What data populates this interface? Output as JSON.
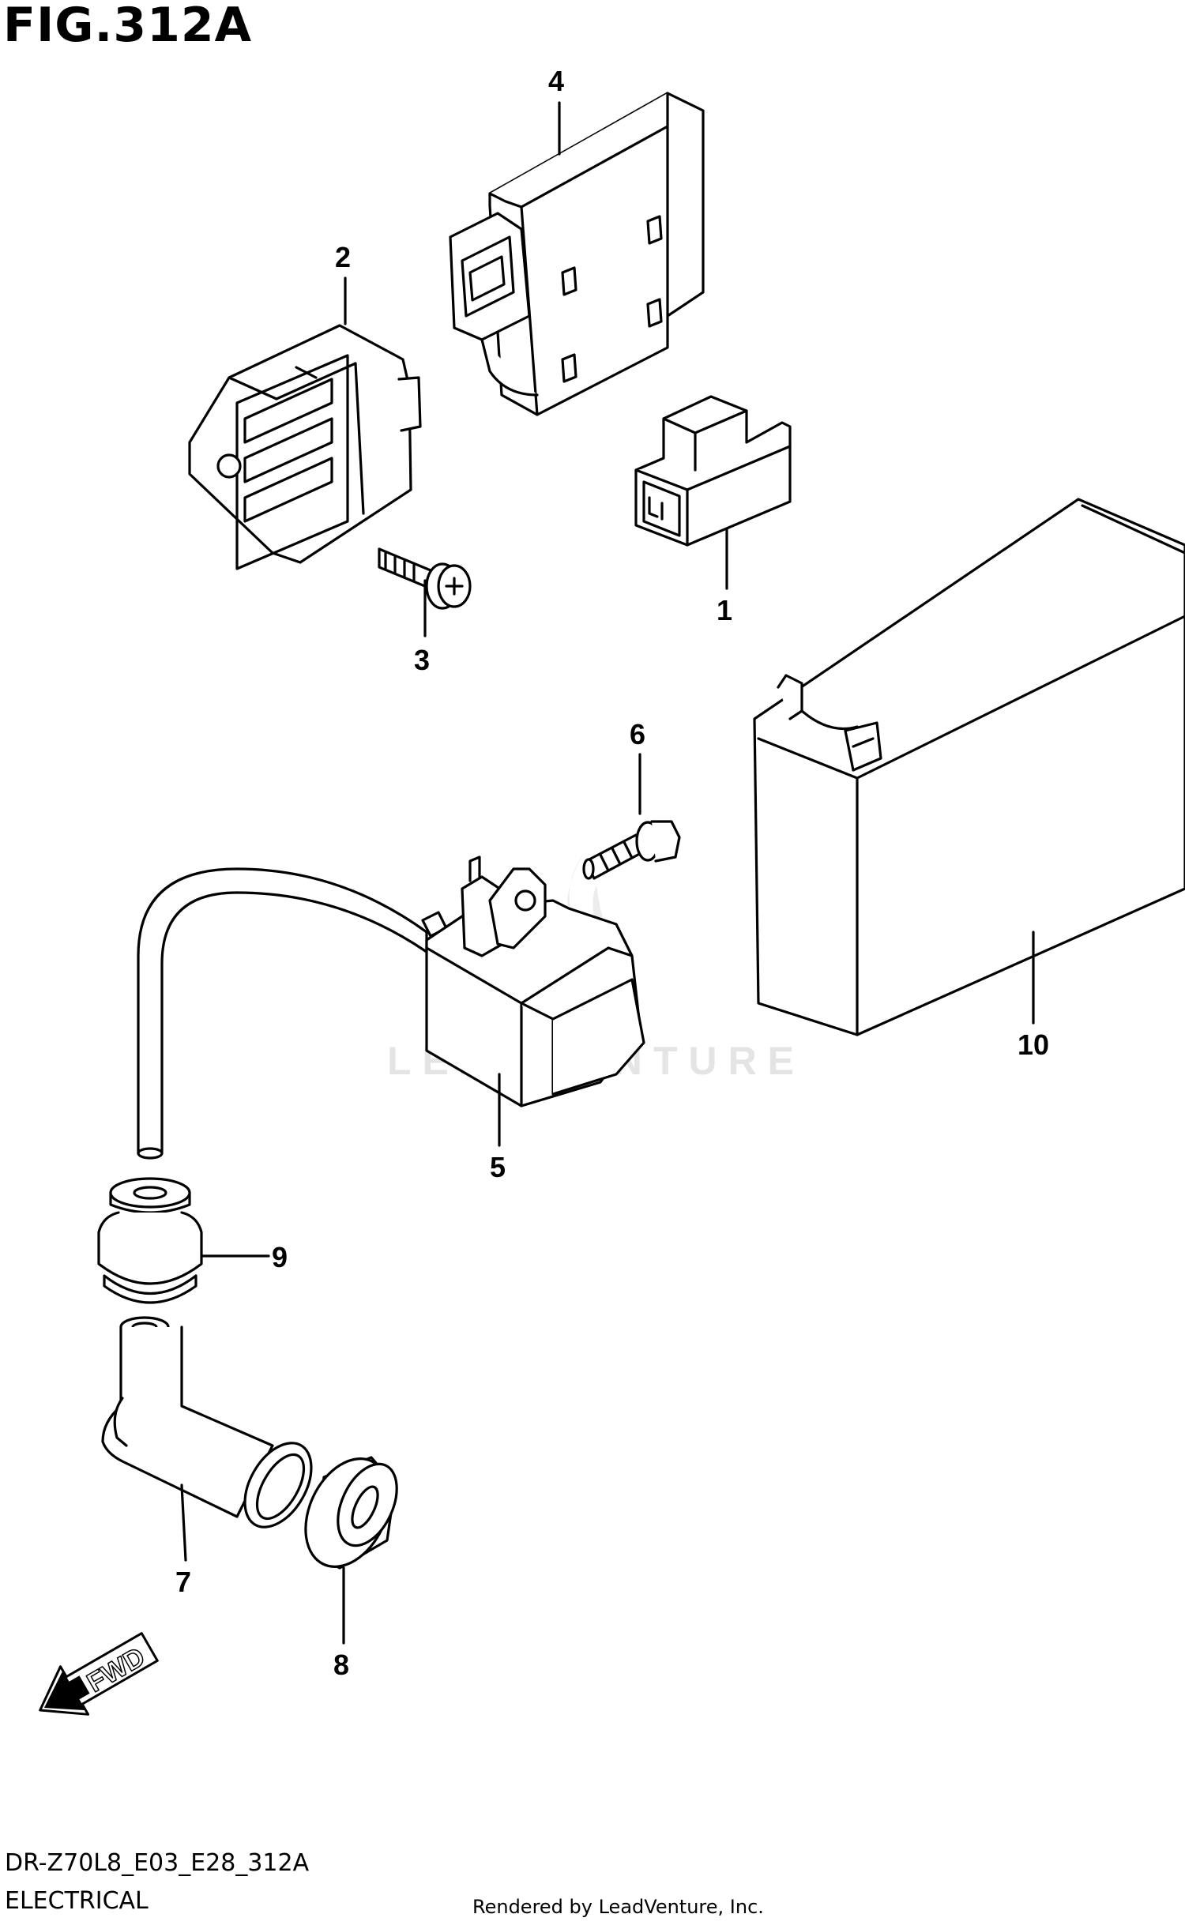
{
  "figure": {
    "title": "FIG.312A"
  },
  "parts": [
    {
      "number": "1"
    },
    {
      "number": "2"
    },
    {
      "number": "3"
    },
    {
      "number": "4"
    },
    {
      "number": "5"
    },
    {
      "number": "6"
    },
    {
      "number": "7"
    },
    {
      "number": "8"
    },
    {
      "number": "9"
    },
    {
      "number": "10"
    }
  ],
  "fwd_arrow": {
    "label": "FWD",
    "icon": "fwd-arrow-icon"
  },
  "watermark": {
    "text": "LEADVENTURE"
  },
  "footer": {
    "code": "DR-Z70L8_E03_E28_312A",
    "title": "ELECTRICAL",
    "credit": "Rendered by LeadVenture, Inc."
  }
}
